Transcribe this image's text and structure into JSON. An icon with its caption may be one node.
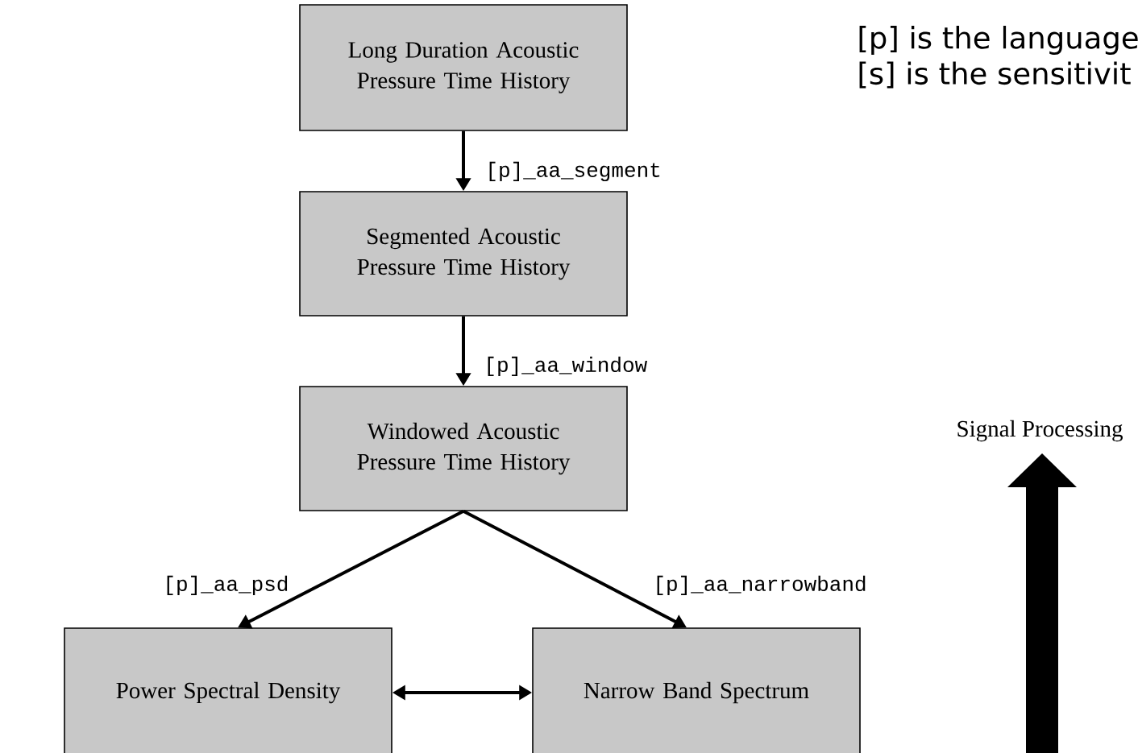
{
  "diagram": {
    "nodes": [
      {
        "text": [
          "Long Duration Acoustic Pressure Time History"
        ]
      },
      {
        "text": [
          "Segmented Acoustic Pressure Time History"
        ]
      },
      {
        "text": [
          "Windowed Acoustic Pressure Time History"
        ]
      },
      {
        "text": [
          "Power Spectral Density"
        ]
      },
      {
        "text": [
          "Narrow Band Spectrum"
        ]
      }
    ],
    "edges": [
      {
        "from": 0,
        "to": 1,
        "arrow": "to",
        "label": "[p]_aa_segment"
      },
      {
        "from": 1,
        "to": 2,
        "arrow": "to",
        "label": "[p]_aa_window"
      },
      {
        "from": 2,
        "to": 3,
        "arrow": "to",
        "label": "[p]_aa_psd"
      },
      {
        "from": 2,
        "to": 4,
        "arrow": "to",
        "label": "[p]_aa_narrowband"
      },
      {
        "from": 3,
        "to": 4,
        "arrow": "both"
      }
    ],
    "labels": [
      "[p] is the language",
      "[s] is the sensitivit",
      "Signal Processing"
    ]
  }
}
